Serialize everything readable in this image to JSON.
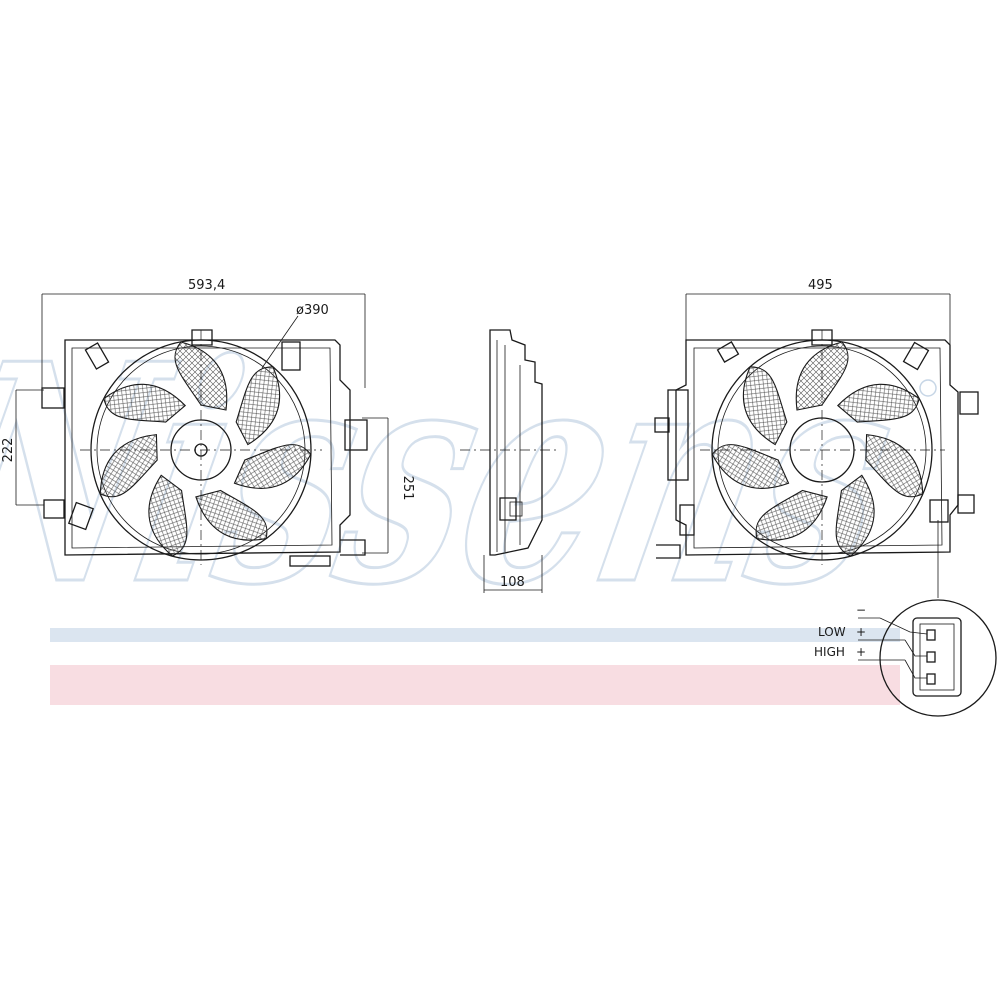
{
  "brand": {
    "watermark": "Nissens",
    "stripe_blue": "#dbe5f0",
    "stripe_red": "#f8dde2"
  },
  "dimensions": {
    "front_width": "593,4",
    "fan_diameter": "ø390",
    "left_height": "222",
    "right_height": "251",
    "side_depth": "108",
    "rear_width": "495"
  },
  "connector": {
    "minus": "−",
    "low": "LOW",
    "low_sign": "+",
    "high": "HIGH",
    "high_sign": "+"
  }
}
